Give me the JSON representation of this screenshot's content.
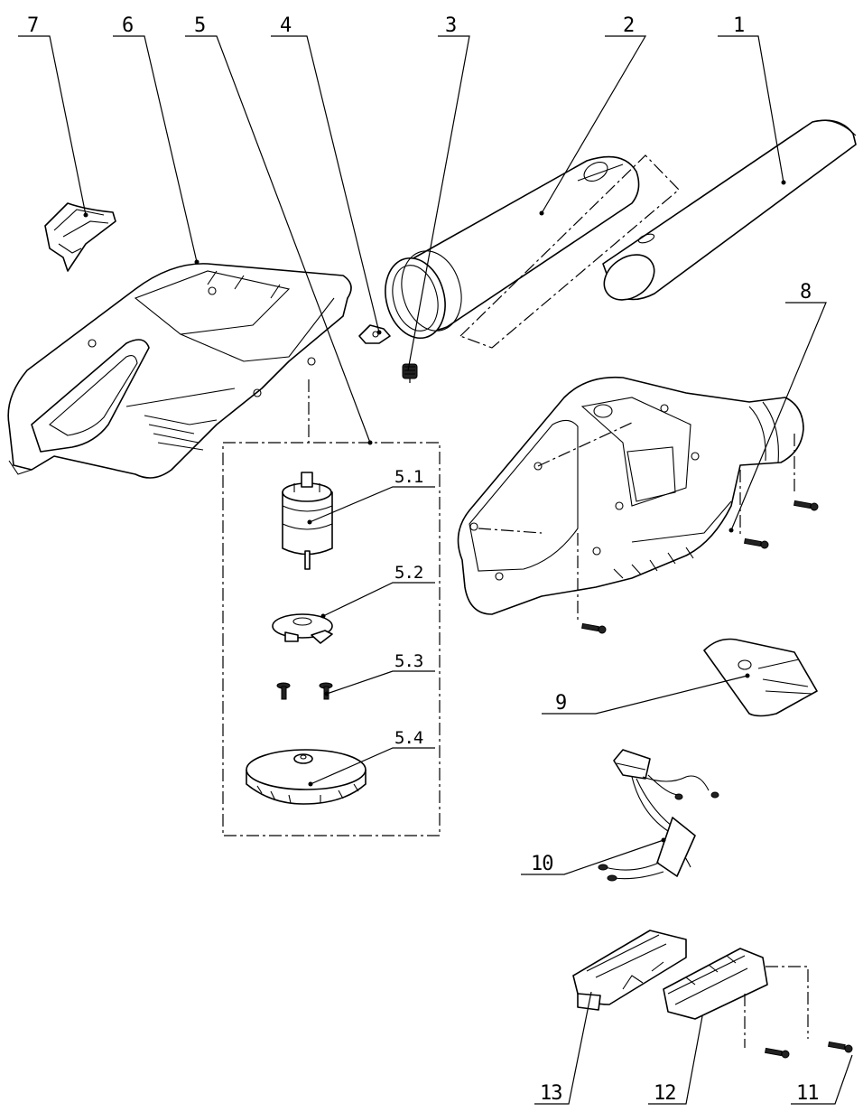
{
  "labels": {
    "p1": "1",
    "p2": "2",
    "p3": "3",
    "p4": "4",
    "p5": "5",
    "p6": "6",
    "p7": "7",
    "p8": "8",
    "p9": "9",
    "p10": "10",
    "p11": "11",
    "p12": "12",
    "p13": "13",
    "p5_1": "5.1",
    "p5_2": "5.2",
    "p5_3": "5.3",
    "p5_4": "5.4"
  },
  "colors": {
    "line": "#000000",
    "background": "#ffffff"
  }
}
